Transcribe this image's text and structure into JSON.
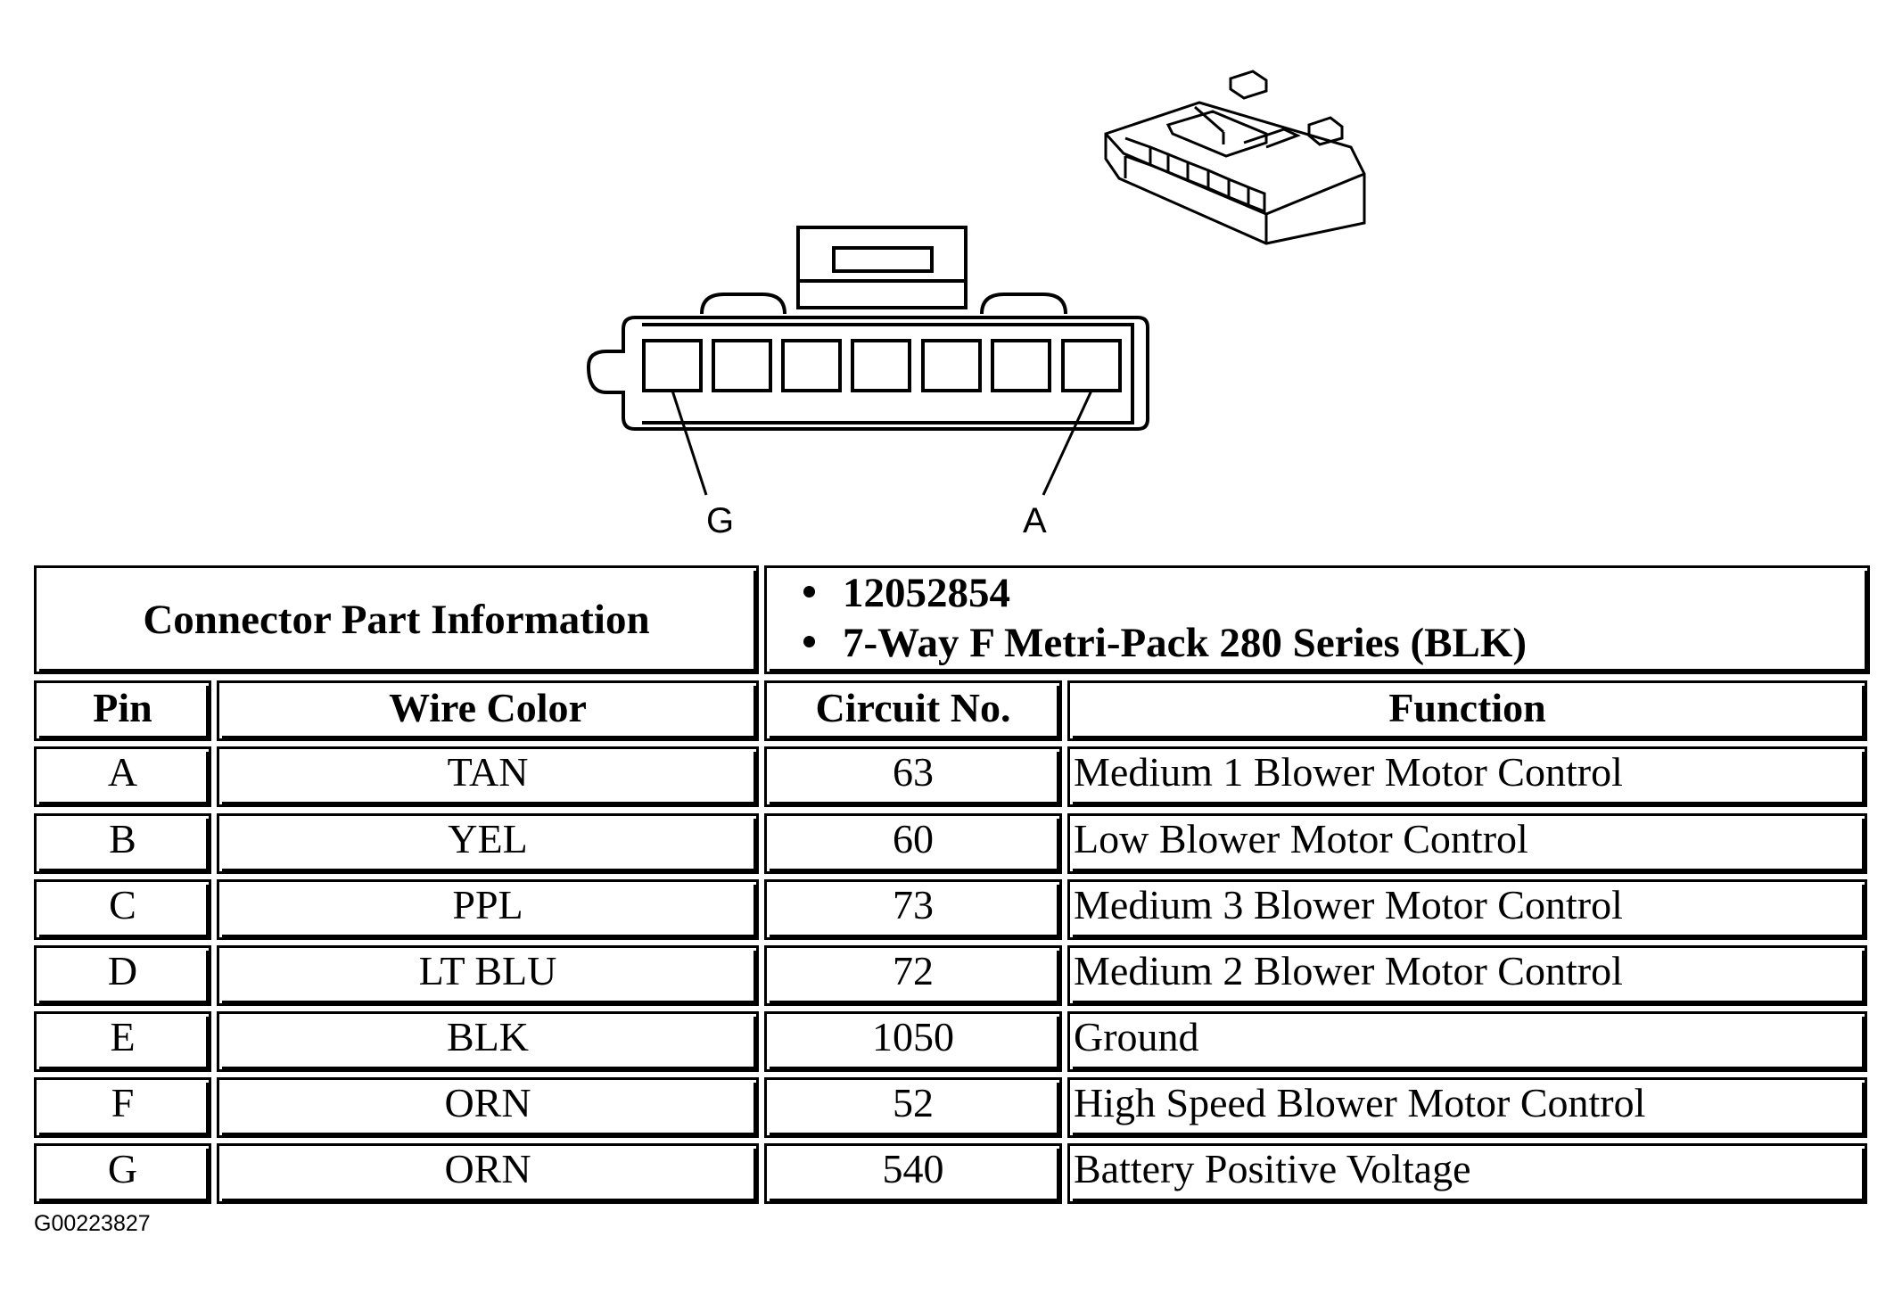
{
  "connector": {
    "pin_labels": {
      "left": "G",
      "right": "A"
    }
  },
  "info": {
    "title": "Connector Part Information",
    "lines": [
      "12052854",
      "7-Way F Metri-Pack 280 Series (BLK)"
    ]
  },
  "table": {
    "headers": [
      "Pin",
      "Wire Color",
      "Circuit No.",
      "Function"
    ],
    "rows": [
      [
        "A",
        "TAN",
        "63",
        "Medium 1 Blower Motor Control"
      ],
      [
        "B",
        "YEL",
        "60",
        "Low Blower Motor Control"
      ],
      [
        "C",
        "PPL",
        "73",
        "Medium 3 Blower Motor Control"
      ],
      [
        "D",
        "LT BLU",
        "72",
        "Medium 2 Blower Motor Control"
      ],
      [
        "E",
        "BLK",
        "1050",
        "Ground"
      ],
      [
        "F",
        "ORN",
        "52",
        "High Speed Blower Motor Control"
      ],
      [
        "G",
        "ORN",
        "540",
        "Battery Positive Voltage"
      ]
    ]
  },
  "figure_id": "G00223827"
}
